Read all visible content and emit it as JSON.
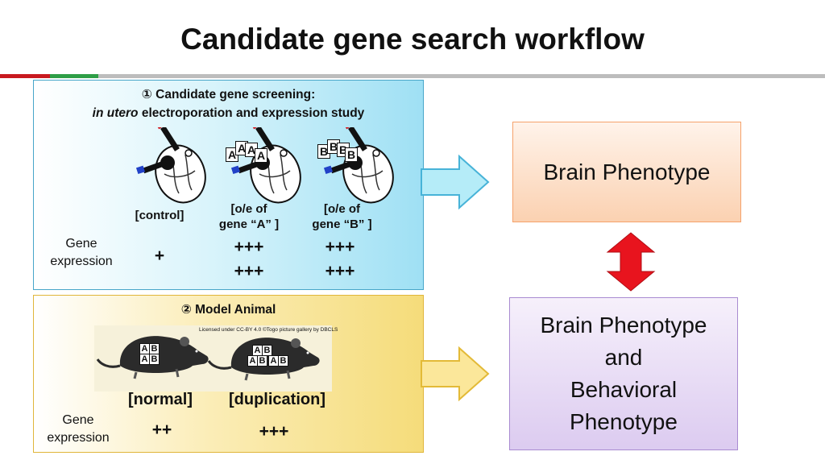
{
  "title": "Candidate gene search workflow",
  "colors": {
    "rule_red": "#c8191f",
    "rule_green": "#2e9e47",
    "rule_gray": "#bdbdbd",
    "panel1_border": "#47a6c9",
    "panel1_fill_left": "#ffffff",
    "panel1_fill_right": "#9fe0f4",
    "panel2_border": "#e0b63a",
    "panel2_fill_left": "#ffffff",
    "panel2_fill_right": "#f5dc7a",
    "arrow_blue_fill": "#b5ecf8",
    "arrow_blue_stroke": "#47b3d8",
    "arrow_yellow_fill": "#fbe79a",
    "arrow_yellow_stroke": "#e3ba37",
    "box_orange_fill": "#fbd8bd",
    "box_orange_border": "#f5a26b",
    "box_purple_fill": "#e5d8f3",
    "box_purple_border": "#a98bd1",
    "double_arrow": "#e8141e"
  },
  "panel1": {
    "number": "①",
    "heading": "Candidate gene screening:",
    "subheading_italic": "in utero",
    "subheading_rest": " electroporation and expression study",
    "columns": [
      {
        "label_line1": "[control]",
        "label_line2": "",
        "expr_line1": "+",
        "expr_line2": "",
        "letters": []
      },
      {
        "label_line1": "[o/e of",
        "label_line2": "gene “A”  ]",
        "expr_line1": "+++",
        "expr_line2": "+++",
        "letters": [
          "A",
          "A",
          "A",
          "A"
        ]
      },
      {
        "label_line1": "[o/e of",
        "label_line2": "gene “B”  ]",
        "expr_line1": "+++",
        "expr_line2": "+++",
        "letters": [
          "B",
          "B",
          "B",
          "B"
        ]
      }
    ],
    "row_label_line1": "Gene",
    "row_label_line2": "expression",
    "icons": [
      "electroporation-embryo-icon"
    ]
  },
  "panel2": {
    "number": "②",
    "heading": "Model Animal",
    "license": "Licensed under CC-BY 4.0 ©Togo picture gallery by DBCLS",
    "columns": [
      {
        "label": "[normal]",
        "expr": "++",
        "tags": [
          "A",
          "B",
          "A",
          "B"
        ]
      },
      {
        "label": "[duplication]",
        "expr": "+++",
        "tags": [
          "A",
          "B",
          "A",
          "B",
          "A",
          "B"
        ]
      }
    ],
    "row_label_line1": "Gene",
    "row_label_line2": "expression",
    "icons": [
      "mouse-icon"
    ]
  },
  "brain_box": {
    "text": "Brain Phenotype"
  },
  "behavior_box": {
    "line1": "Brain Phenotype",
    "line2": "and",
    "line3": "Behavioral",
    "line4": "Phenotype"
  }
}
